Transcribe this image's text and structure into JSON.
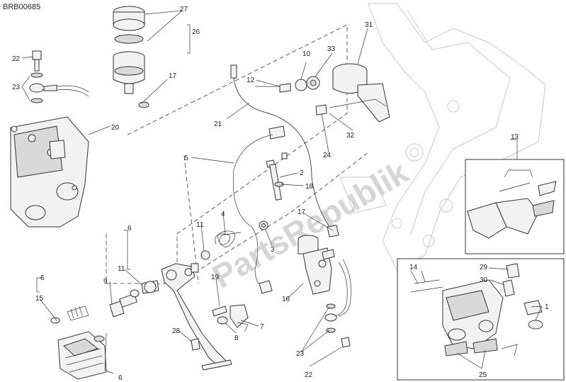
{
  "diagram_code": "BRB00685",
  "watermark": "PartsRepublik",
  "callouts": {
    "c1": "1",
    "c2": "2",
    "c3": "3",
    "c4": "4",
    "c5": "5",
    "c6a": "6",
    "c6b": "6",
    "c6c": "6",
    "c7": "7",
    "c8": "8",
    "c9": "9",
    "c10": "10",
    "c11a": "11",
    "c11b": "11",
    "c12": "12",
    "c13": "13",
    "c14": "14",
    "c15": "15",
    "c16": "16",
    "c17a": "17",
    "c17b": "17",
    "c18": "18",
    "c19": "19",
    "c20": "20",
    "c21": "21",
    "c22a": "22",
    "c22b": "22",
    "c23a": "23",
    "c23b": "23",
    "c24": "24",
    "c25": "25",
    "c26": "26",
    "c27": "27",
    "c28": "28",
    "c29": "29",
    "c30": "30",
    "c31": "31",
    "c32": "32",
    "c33": "33"
  }
}
